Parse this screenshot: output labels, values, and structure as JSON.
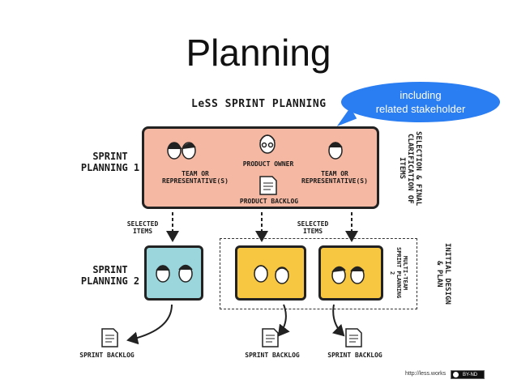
{
  "slide": {
    "title": "Planning"
  },
  "diagram": {
    "title": "LeSS SPRINT PLANNING",
    "callout": {
      "line1": "including",
      "line2": "related stakeholder"
    },
    "sprint_planning_1": "SPRINT PLANNING 1",
    "sprint_planning_2": "SPRINT PLANNING 2",
    "team_left": "TEAM OR REPRESENTATIVE(S)",
    "product_owner": "PRODUCT OWNER",
    "product_backlog": "PRODUCT BACKLOG",
    "team_right": "TEAM OR REPRESENTATIVE(S)",
    "selection_label": "SELECTION & FINAL CLARIFICATION OF ITEMS",
    "selected_items_left": "SELECTED ITEMS",
    "selected_items_right": "SELECTED ITEMS",
    "initial_design_label": "INITIAL DESIGN & PLAN",
    "multi_team_label": "MULTI-TEAM SPRINT PLANNING 2",
    "sprint_backlogs": [
      "SPRINT BACKLOG",
      "SPRINT BACKLOG",
      "SPRINT BACKLOG"
    ]
  },
  "footer": {
    "url": "http://less.works",
    "license": "BY-ND"
  },
  "colors": {
    "sp1_fill": "#f5b8a2",
    "sp2_fill": "#9ad6dc",
    "team_fill": "#f7c742",
    "callout": "#2b7df2"
  }
}
